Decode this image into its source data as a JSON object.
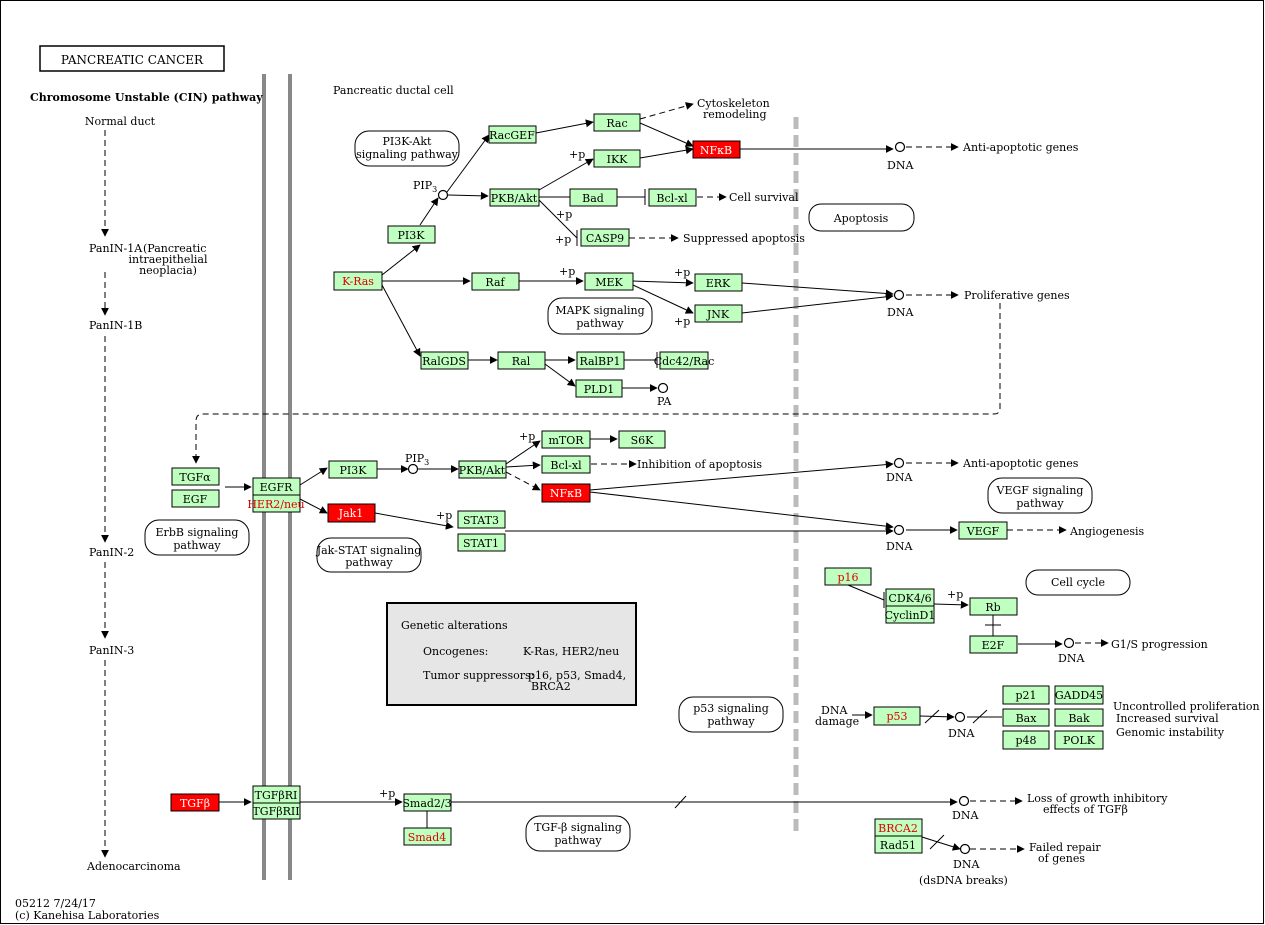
{
  "title": "PANCREATIC CANCER",
  "cin_pathway": {
    "heading": "Chromosome Unstable (CIN) pathway",
    "stages": [
      "Normal duct",
      "PanIN-1A",
      "(Pancreatic",
      "intraepithelial",
      "neoplacia)",
      "PanIN-1B",
      "PanIN-2",
      "PanIN-3",
      "Adenocarcinoma"
    ]
  },
  "cell_label": "Pancreatic ductal cell",
  "pathways": {
    "pi3k_akt": [
      "PI3K-Akt",
      "signaling pathway"
    ],
    "apoptosis": [
      "Apoptosis"
    ],
    "mapk": [
      "MAPK signaling",
      "pathway"
    ],
    "erbb": [
      "ErbB signaling",
      "pathway"
    ],
    "jak_stat": [
      "Jak-STAT signaling",
      "pathway"
    ],
    "vegf": [
      "VEGF signaling",
      "pathway"
    ],
    "cell_cycle": [
      "Cell cycle"
    ],
    "p53": [
      "p53 signaling",
      "pathway"
    ],
    "tgfb": [
      "TGF-β signaling",
      "pathway"
    ]
  },
  "genes": {
    "kras": "K-Ras",
    "pi3k": "PI3K",
    "racgef": "RacGEF",
    "rac": "Rac",
    "ikk": "IKK",
    "nfkb": "NFκB",
    "pkb_akt": "PKB/Akt",
    "bad": "Bad",
    "bclxl": "Bcl-xl",
    "casp9": "CASP9",
    "raf": "Raf",
    "mek": "MEK",
    "erk": "ERK",
    "jnk": "JNK",
    "ralgds": "RalGDS",
    "ral": "Ral",
    "ralbp1": "RalBP1",
    "cdc42rac": "Cdc42/Rac",
    "pld1": "PLD1",
    "tgfa": "TGFα",
    "egf": "EGF",
    "egfr": "EGFR",
    "her2": "HER2/neu",
    "pi3k_2": "PI3K",
    "pkb_akt_2": "PKB/Akt",
    "mtor": "mTOR",
    "s6k": "S6K",
    "bclxl_2": "Bcl-xl",
    "nfkb_2": "NFκB",
    "jak1": "Jak1",
    "stat3": "STAT3",
    "stat1": "STAT1",
    "vegf": "VEGF",
    "p16": "p16",
    "cdk46": "CDK4/6",
    "cyclind1": "CyclinD1",
    "rb": "Rb",
    "e2f": "E2F",
    "p53": "p53",
    "p21": "p21",
    "gadd45": "GADD45",
    "bax": "Bax",
    "bak": "Bak",
    "p48": "p48",
    "polk": "POLK",
    "tgfb": "TGFβ",
    "tgfbri": "TGFβRI",
    "tgfbrii": "TGFβRII",
    "smad23": "Smad2/3",
    "smad4": "Smad4",
    "brca2": "BRCA2",
    "rad51": "Rad51"
  },
  "labels": {
    "pip3": "PIP",
    "pip3_sub": "3",
    "cytoskeleton": [
      "Cytoskeleton",
      "remodeling"
    ],
    "dna": "DNA",
    "anti_apoptotic": "Anti-apoptotic genes",
    "cell_survival": "Cell survival",
    "suppressed_apoptosis": "Suppressed apoptosis",
    "proliferative": "Proliferative genes",
    "pa": "PA",
    "inhibition_apoptosis": "Inhibition of apoptosis",
    "angiogenesis": "Angiogenesis",
    "g1s": "G1/S progression",
    "dna_damage": [
      "DNA",
      "damage"
    ],
    "uncontrolled": [
      "Uncontrolled proliferation",
      "Increased survival",
      "Genomic instability"
    ],
    "loss_growth": [
      "Loss of growth inhibitory",
      "effects of TGFβ"
    ],
    "failed_repair": [
      "Failed repair",
      "of genes"
    ],
    "dsdna": "(dsDNA breaks)",
    "plus_p": "+p"
  },
  "legend": {
    "title": "Genetic alterations",
    "oncogenes_label": "Oncogenes:",
    "oncogenes": "K-Ras, HER2/neu",
    "suppressors_label": "Tumor suppressors:",
    "suppressors": [
      "p16, p53, Smad4,",
      "BRCA2"
    ]
  },
  "footer": [
    "05212 7/24/17",
    "(c) Kanehisa Laboratories"
  ]
}
